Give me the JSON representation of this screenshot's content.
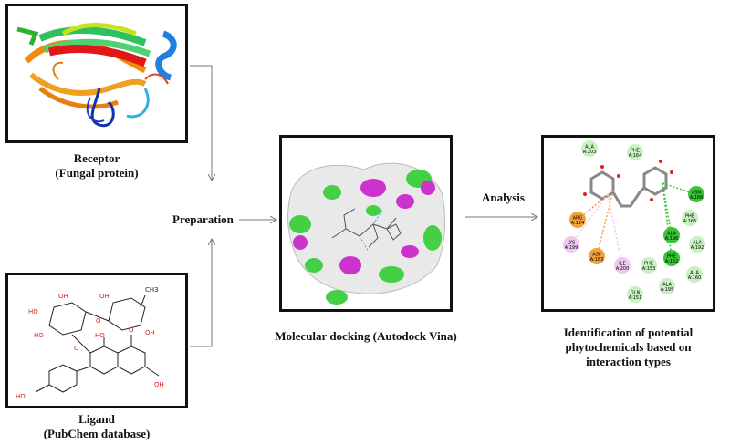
{
  "receptor": {
    "line1": "Receptor",
    "line2": "(Fungal protein)"
  },
  "ligand": {
    "line1": "Ligand",
    "line2": "(PubChem database)",
    "atoms": {
      "oh": "OH",
      "ho": "HO",
      "o": "O",
      "ch3": "CH3"
    }
  },
  "steps": {
    "preparation": "Preparation",
    "analysis": "Analysis"
  },
  "docking": {
    "caption": "Molecular docking (Autodock Vina)"
  },
  "identification": {
    "line1": "Identification of potential",
    "line2": "phytochemicals based on",
    "line3": "interaction types"
  },
  "residues": [
    {
      "name": "ALA",
      "id": "A:203",
      "kind": "vdw"
    },
    {
      "name": "PHE",
      "id": "A:164",
      "kind": "vdw"
    },
    {
      "name": "ASN",
      "id": "A:166",
      "kind": "hbond"
    },
    {
      "name": "PHE",
      "id": "A:165",
      "kind": "vdw"
    },
    {
      "name": "ALA",
      "id": "A:196",
      "kind": "hbond"
    },
    {
      "name": "ALA",
      "id": "A:192",
      "kind": "vdw"
    },
    {
      "name": "ARG",
      "id": "A:124",
      "kind": "pication"
    },
    {
      "name": "LYS",
      "id": "A:199",
      "kind": "alkyl"
    },
    {
      "name": "ASP",
      "id": "A:163",
      "kind": "pication"
    },
    {
      "name": "ILE",
      "id": "A:200",
      "kind": "alkyl"
    },
    {
      "name": "PHE",
      "id": "A:153",
      "kind": "vdw"
    },
    {
      "name": "PHE",
      "id": "A:162",
      "kind": "hbond"
    },
    {
      "name": "ALA",
      "id": "A:160",
      "kind": "vdw"
    },
    {
      "name": "GLN",
      "id": "A:151",
      "kind": "vdw"
    },
    {
      "name": "ALA",
      "id": "A:195",
      "kind": "vdw"
    }
  ],
  "colors": {
    "border": "#111111",
    "arrow": "#777777",
    "vdw": "#c8f0c0",
    "hbond": "#3ac43a",
    "pication": "#f2a23a",
    "alkyl": "#f0c8f0",
    "ligandRed": "#e02020",
    "surfaceGreen": "#44d044",
    "surfaceMagenta": "#cc33cc",
    "surfaceWhite": "#e9e9e9"
  }
}
